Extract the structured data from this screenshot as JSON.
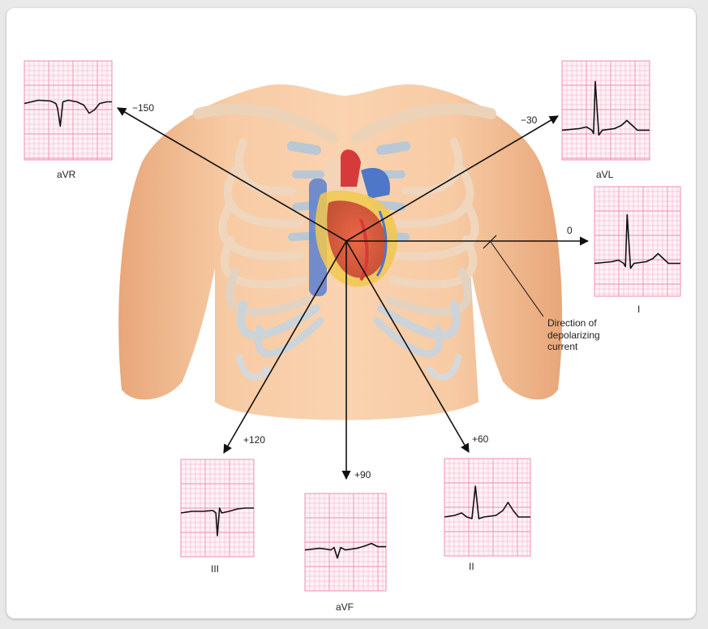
{
  "leads": [
    {
      "id": "aVR",
      "label": "aVR",
      "angle": "−150",
      "waveform": "inverted"
    },
    {
      "id": "aVL",
      "label": "aVL",
      "angle": "−30",
      "waveform": "tall-upright"
    },
    {
      "id": "I",
      "label": "I",
      "angle": "0",
      "waveform": "tall-upright"
    },
    {
      "id": "II",
      "label": "II",
      "angle": "+60",
      "waveform": "upright"
    },
    {
      "id": "aVF",
      "label": "aVF",
      "angle": "+90",
      "waveform": "small-biphasic"
    },
    {
      "id": "III",
      "label": "III",
      "angle": "+120",
      "waveform": "negative"
    }
  ],
  "annotation": {
    "line1": "Direction of",
    "line2": "depolarizing",
    "line3": "current"
  },
  "colors": {
    "skin": "#f4c39a",
    "ribs": "#f0d2b4",
    "cartilage": "#b7c6d2",
    "ecg_grid": "#f08cb4",
    "ecg_bg": "#fdf2f6",
    "heart_red": "#d9373b",
    "heart_blue": "#4f77c9",
    "fat_yellow": "#f1c84e"
  },
  "icons": [
    "hexaxial-arrows",
    "heart-illustration",
    "ecg-strip"
  ]
}
